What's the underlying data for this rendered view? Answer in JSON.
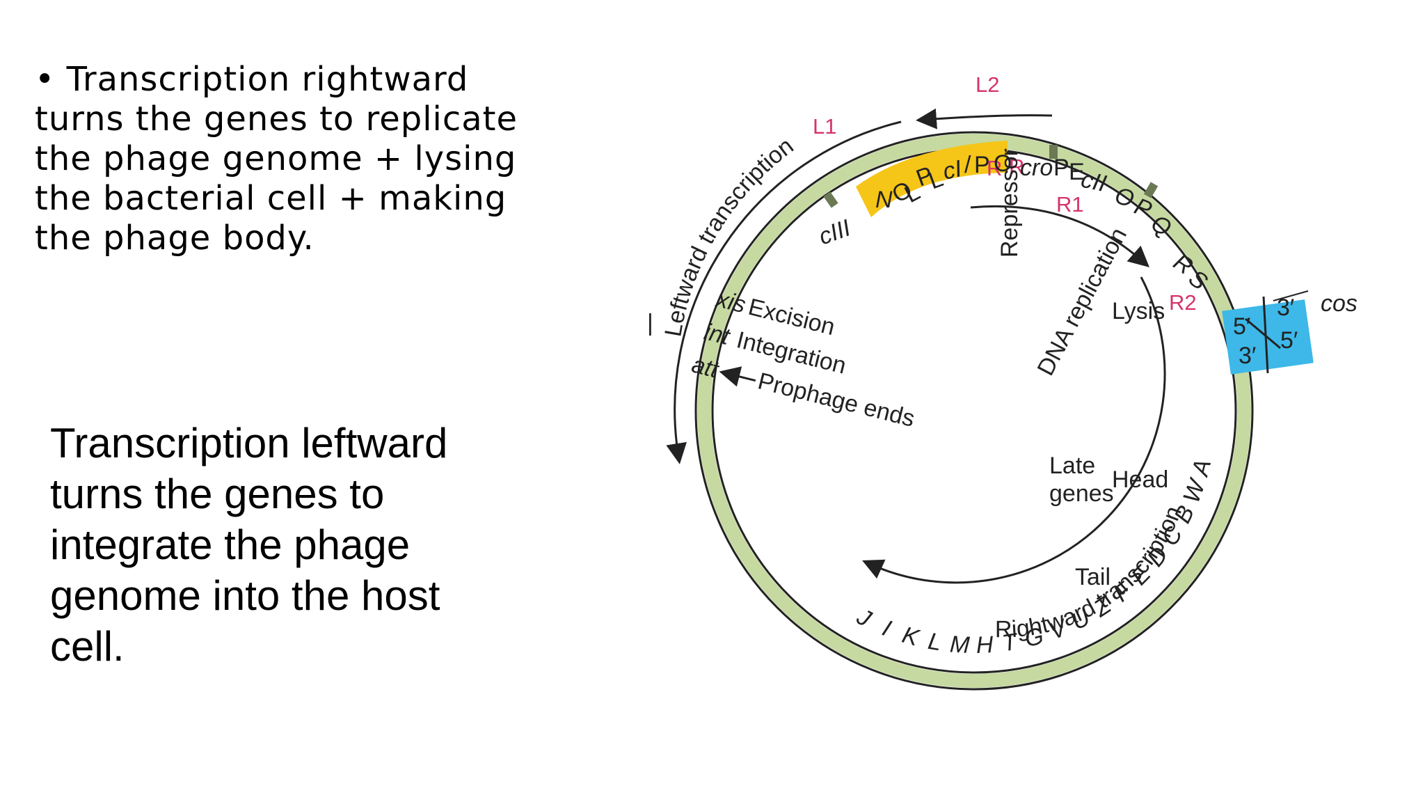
{
  "text": {
    "rightward": "• Transcription rightward turns the genes to replicate the phage genome + lysing the bacterial cell + making the phage body.",
    "leftward": "Transcription leftward turns the genes to integrate the phage genome into the host cell."
  },
  "diagram": {
    "labels": {
      "L1": "L1",
      "L2": "L2",
      "R1": "R1",
      "R2": "R2",
      "leftward_transcription": "Leftward transcription",
      "rightward_transcription": "Rightward transcription",
      "repressor": "Repressor",
      "dna_replication": "DNA replication",
      "lysis": "Lysis",
      "late_genes_1": "Late",
      "late_genes_2": "genes",
      "head": "Head",
      "tail": "Tail",
      "xis": "xis",
      "excision": "Excision",
      "int": "int",
      "integration": "Integration",
      "att": "att",
      "prophage_ends": "Prophage ends",
      "cos": "cos",
      "cIII": "cIII",
      "N": "N",
      "O_L": "O",
      "P_L": "P",
      "cI": "cI",
      "P_R": "P",
      "O_R": "O",
      "sub_L": "L",
      "sub_R": "R",
      "cro": "cro",
      "P_E": "P",
      "sub_E": "E",
      "cII": "cII",
      "O_gene": "O",
      "P_gene": "P",
      "Q": "Q",
      "R": "R",
      "S": "S",
      "five_prime_a": "5′",
      "three_prime_a": "3′",
      "three_prime_b": "3′",
      "five_prime_b": "5′"
    },
    "genes_right_side": [
      "A",
      "W",
      "B",
      "C",
      "D",
      "E",
      "F",
      "Z",
      "U",
      "V",
      "G",
      "T",
      "H",
      "M",
      "L",
      "K",
      "I",
      "J"
    ],
    "colors": {
      "ring": "#c6d9a0",
      "regulatory": "#f5c518",
      "cos_box": "#3db8e8",
      "red_label": "#d6336c"
    }
  }
}
